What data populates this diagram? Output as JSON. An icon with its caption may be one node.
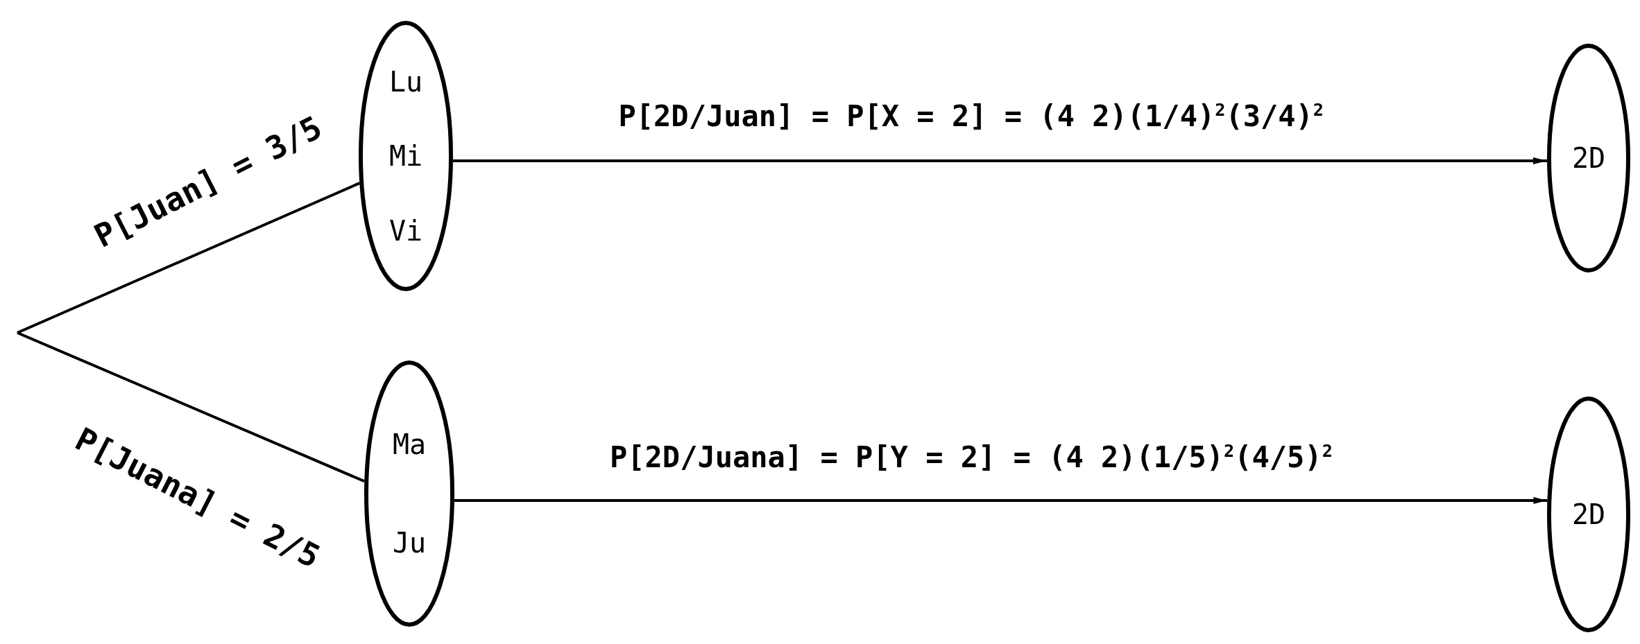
{
  "diagram": {
    "nodes": [
      {
        "text": [
          "Lu",
          "Mi",
          "Vi"
        ]
      },
      {
        "text": [
          "2D"
        ]
      },
      {
        "text": [
          "Ma",
          "Ju"
        ]
      },
      {
        "text": [
          "2D"
        ]
      }
    ],
    "edges": [
      {
        "from": null,
        "to": 0,
        "arrow": "none",
        "label": "P[Juan] = 3/5"
      },
      {
        "from": null,
        "to": 2,
        "arrow": "none",
        "label": "P[Juana] = 2/5"
      },
      {
        "from": 0,
        "to": 1,
        "arrow": "to",
        "label": "P[2D/Juan] = P[X = 2] = (4 2)(1/4)$^{2}$(3/4)$^{2}$"
      },
      {
        "from": 2,
        "to": 3,
        "arrow": "to",
        "label": "P[2D/Juana] = P[Y = 2] = (4 2)(1/5)$^{2}$(4/5)$^{2}$"
      }
    ]
  }
}
